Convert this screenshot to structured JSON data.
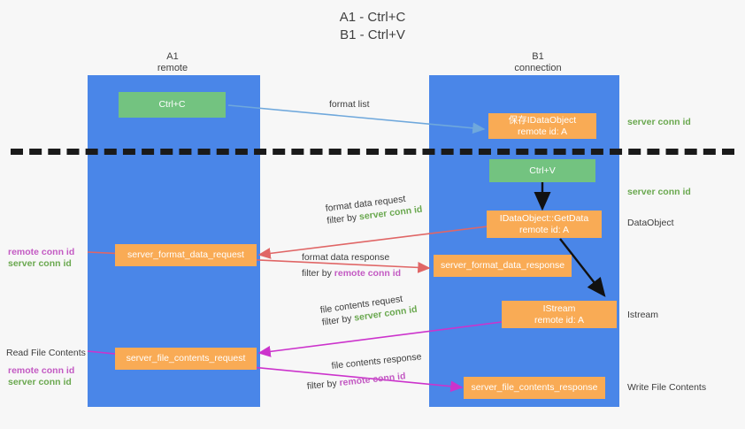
{
  "title": {
    "line1": "A1 - Ctrl+C",
    "line2": "B1 - Ctrl+V"
  },
  "columns": {
    "left": {
      "name": "A1",
      "role": "remote"
    },
    "right": {
      "name": "B1",
      "role": "connection"
    }
  },
  "boxes": {
    "ctrl_c": {
      "label": "Ctrl+C",
      "color": "#73c380"
    },
    "ctrl_v": {
      "label": "Ctrl+V",
      "color": "#73c380"
    },
    "save_dataobject": {
      "line1": "保存IDataObject",
      "line2": "remote id: A",
      "color": "#f9ab55"
    },
    "getdata": {
      "line1": "IDataObject::GetData",
      "line2": "remote id: A",
      "color": "#f9ab55"
    },
    "istream": {
      "line1": "IStream",
      "line2": "remote id: A",
      "color": "#f9ab55"
    },
    "format_data_request": {
      "label": "server_format_data_request",
      "color": "#f9ab55"
    },
    "format_data_response": {
      "label": "server_format_data_response",
      "color": "#f9ab55"
    },
    "file_contents_request": {
      "label": "server_file_contents_request",
      "color": "#f9ab55"
    },
    "file_contents_response": {
      "label": "server_file_contents_response",
      "color": "#f9ab55"
    }
  },
  "right_labels": {
    "server_conn_id_top": "server conn id",
    "server_conn_id_mid": "server conn id",
    "dataobject": "DataObject",
    "istream": "Istream",
    "write_file_contents": "Write File Contents"
  },
  "left_labels": {
    "remote_conn_id_1": "remote conn id",
    "server_conn_id_1": "server conn id",
    "read_file_contents": "Read File Contents",
    "remote_conn_id_2": "remote conn id",
    "server_conn_id_2": "server conn id"
  },
  "arrows": {
    "format_list": {
      "label": "format list"
    },
    "format_data_request": {
      "line1": "format data request",
      "prefix": "filter by ",
      "filter": "server conn id"
    },
    "format_data_response": {
      "line1": "format data response",
      "prefix": "filter by ",
      "filter": "remote conn id"
    },
    "file_contents_request": {
      "line1": "file contents request",
      "prefix": "filter by ",
      "filter": "server conn id"
    },
    "file_contents_response": {
      "line1": "file contents response",
      "prefix": "filter by ",
      "filter": "remote conn id"
    }
  },
  "colors": {
    "lane": "#4a86e8",
    "green": "#73c380",
    "orange": "#f9ab55",
    "server_conn": "#6aa84f",
    "remote_conn": "#c35ac3",
    "arrow_blue": "#6fa8dc",
    "arrow_red": "#e06666",
    "arrow_magenta": "#cc33cc",
    "arrow_black": "#000000",
    "divider": "#1a1a1a"
  }
}
